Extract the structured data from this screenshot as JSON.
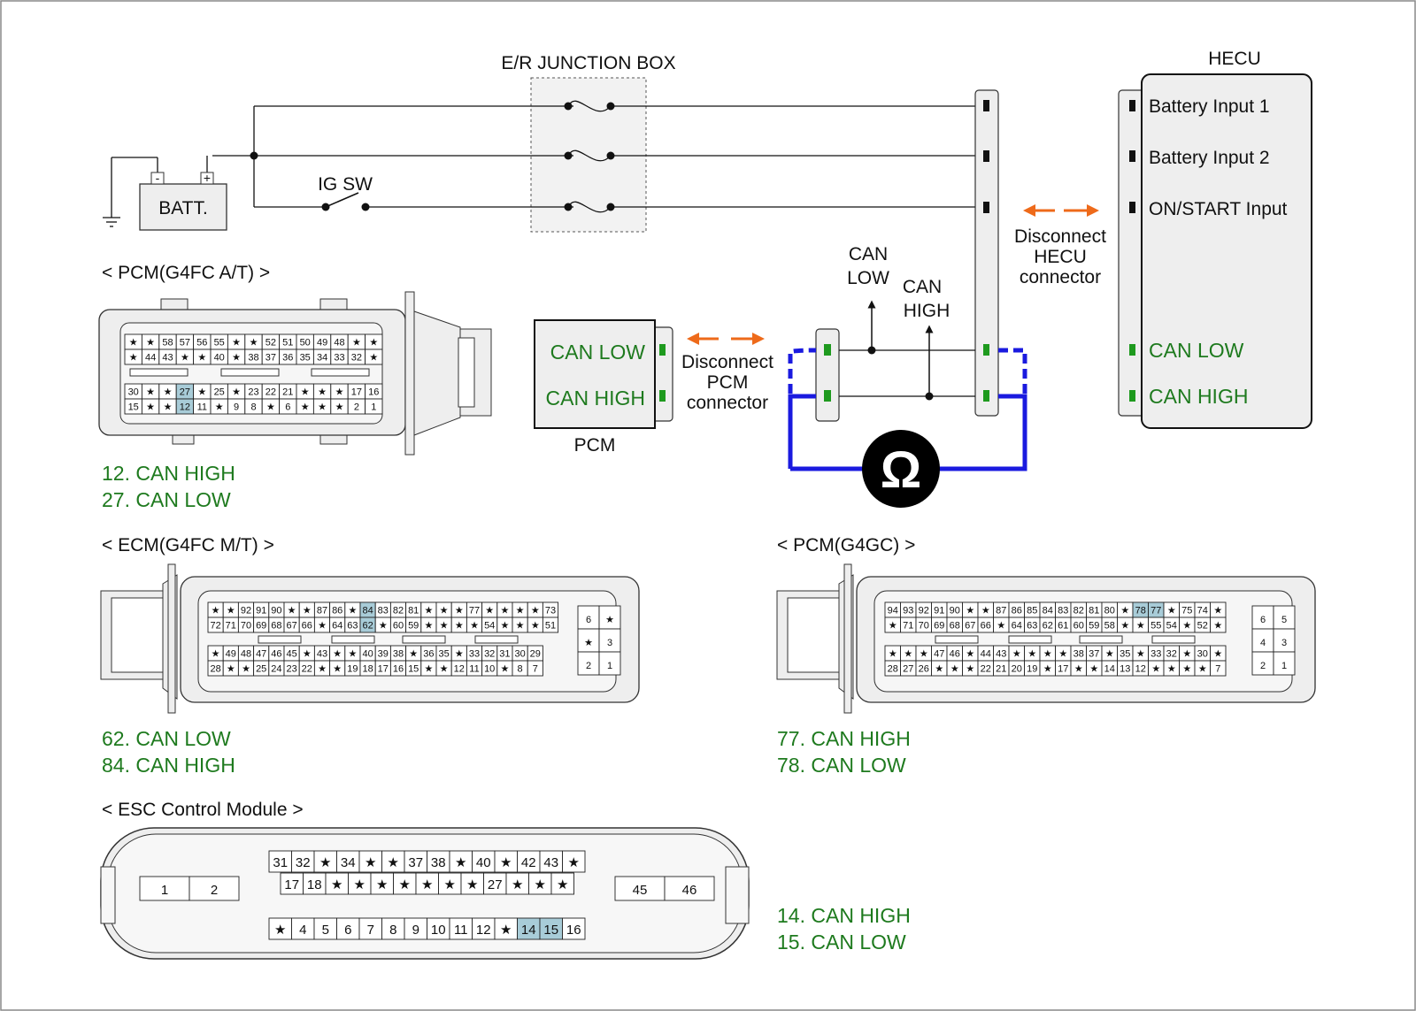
{
  "colors": {
    "can_green": "#1e7a1e",
    "measurement_blue": "#1a1adf",
    "arrow_orange": "#ee6a1a",
    "pin_highlight": "#a8ccd8",
    "frame": "#888888"
  },
  "power": {
    "junction_box_label": "E/R JUNCTION BOX",
    "battery_label": "BATT.",
    "battery_neg": "-",
    "battery_pos": "+",
    "ig_switch_label": "IG SW"
  },
  "hecu": {
    "title": "HECU",
    "pins": [
      "Battery Input 1",
      "Battery Input 2",
      "ON/START Input",
      "CAN LOW",
      "CAN HIGH"
    ],
    "disconnect_label": [
      "Disconnect",
      "HECU",
      "connector"
    ]
  },
  "pcm_module": {
    "title": "PCM",
    "pins": [
      "CAN LOW",
      "CAN HIGH"
    ],
    "disconnect_label": [
      "Disconnect",
      "PCM",
      "connector"
    ]
  },
  "probes": {
    "can_low": [
      "CAN",
      "LOW"
    ],
    "can_high": [
      "CAN",
      "HIGH"
    ],
    "ohm_symbol": "Ω"
  },
  "connectors": {
    "pcm_g4fc_at": {
      "title": "< PCM(G4FC A/T) >",
      "rows": [
        [
          "★",
          "★",
          "58",
          "57",
          "56",
          "55",
          "★",
          "★",
          "52",
          "51",
          "50",
          "49",
          "48",
          "★",
          "★"
        ],
        [
          "★",
          "44",
          "43",
          "★",
          "★",
          "40",
          "★",
          "38",
          "37",
          "36",
          "35",
          "34",
          "33",
          "32",
          "★"
        ],
        [
          "30",
          "★",
          "★",
          "27",
          "★",
          "25",
          "★",
          "23",
          "22",
          "21",
          "★",
          "★",
          "★",
          "17",
          "16"
        ],
        [
          "15",
          "★",
          "★",
          "12",
          "11",
          "★",
          "9",
          "8",
          "★",
          "6",
          "★",
          "★",
          "★",
          "2",
          "1"
        ]
      ],
      "highlighted": [
        "27",
        "12"
      ],
      "notes": [
        "12. CAN HIGH",
        "27. CAN LOW"
      ]
    },
    "ecm_g4fc_mt": {
      "title": "< ECM(G4FC M/T) >",
      "rows": [
        [
          "★",
          "★",
          "92",
          "91",
          "90",
          "★",
          "★",
          "87",
          "86",
          "★",
          "84",
          "83",
          "82",
          "81",
          "★",
          "★",
          "★",
          "77",
          "★",
          "★",
          "★",
          "★",
          "73"
        ],
        [
          "72",
          "71",
          "70",
          "69",
          "68",
          "67",
          "66",
          "★",
          "64",
          "63",
          "62",
          "★",
          "60",
          "59",
          "★",
          "★",
          "★",
          "★",
          "54",
          "★",
          "★",
          "★",
          "51"
        ],
        [
          "★",
          "49",
          "48",
          "47",
          "46",
          "45",
          "★",
          "43",
          "★",
          "★",
          "40",
          "39",
          "38",
          "★",
          "36",
          "35",
          "★",
          "33",
          "32",
          "31",
          "30",
          "29"
        ],
        [
          "28",
          "★",
          "★",
          "25",
          "24",
          "23",
          "22",
          "★",
          "★",
          "19",
          "18",
          "17",
          "16",
          "15",
          "★",
          "★",
          "12",
          "11",
          "10",
          "★",
          "8",
          "7"
        ]
      ],
      "side_block": [
        [
          "6",
          "★"
        ],
        [
          "★",
          "3"
        ],
        [
          "2",
          "1"
        ]
      ],
      "highlighted": [
        "84",
        "62"
      ],
      "notes": [
        "62. CAN LOW",
        "84. CAN HIGH"
      ]
    },
    "pcm_g4gc": {
      "title": "< PCM(G4GC) >",
      "rows": [
        [
          "94",
          "93",
          "92",
          "91",
          "90",
          "★",
          "★",
          "87",
          "86",
          "85",
          "84",
          "83",
          "82",
          "81",
          "80",
          "★",
          "78",
          "77",
          "★",
          "75",
          "74",
          "★"
        ],
        [
          "★",
          "71",
          "70",
          "69",
          "68",
          "67",
          "66",
          "★",
          "64",
          "63",
          "62",
          "61",
          "60",
          "59",
          "58",
          "★",
          "★",
          "55",
          "54",
          "★",
          "52",
          "★"
        ],
        [
          "★",
          "★",
          "★",
          "47",
          "46",
          "★",
          "44",
          "43",
          "★",
          "★",
          "★",
          "★",
          "38",
          "37",
          "★",
          "35",
          "★",
          "33",
          "32",
          "★",
          "30",
          "★"
        ],
        [
          "28",
          "27",
          "26",
          "★",
          "★",
          "★",
          "22",
          "21",
          "20",
          "19",
          "★",
          "17",
          "★",
          "★",
          "14",
          "13",
          "12",
          "★",
          "★",
          "★",
          "★",
          "7"
        ]
      ],
      "side_block": [
        [
          "6",
          "5"
        ],
        [
          "4",
          "3"
        ],
        [
          "2",
          "1"
        ]
      ],
      "highlighted": [
        "78",
        "77"
      ],
      "notes": [
        "77. CAN HIGH",
        "78. CAN LOW"
      ]
    },
    "esc_module": {
      "title": "< ESC Control Module >",
      "row1": [
        "31",
        "32",
        "★",
        "34",
        "★",
        "★",
        "37",
        "38",
        "★",
        "40",
        "★",
        "42",
        "43",
        "★"
      ],
      "row2": [
        "17",
        "18",
        "★",
        "★",
        "★",
        "★",
        "★",
        "★",
        "★",
        "27",
        "★",
        "★",
        "★"
      ],
      "row3": [
        "★",
        "4",
        "5",
        "6",
        "7",
        "8",
        "9",
        "10",
        "11",
        "12",
        "★",
        "14",
        "15",
        "16"
      ],
      "left_block": [
        "1",
        "2"
      ],
      "right_block": [
        "45",
        "46"
      ],
      "highlighted": [
        "14",
        "15"
      ],
      "notes": [
        "14. CAN HIGH",
        "15. CAN LOW"
      ]
    }
  }
}
